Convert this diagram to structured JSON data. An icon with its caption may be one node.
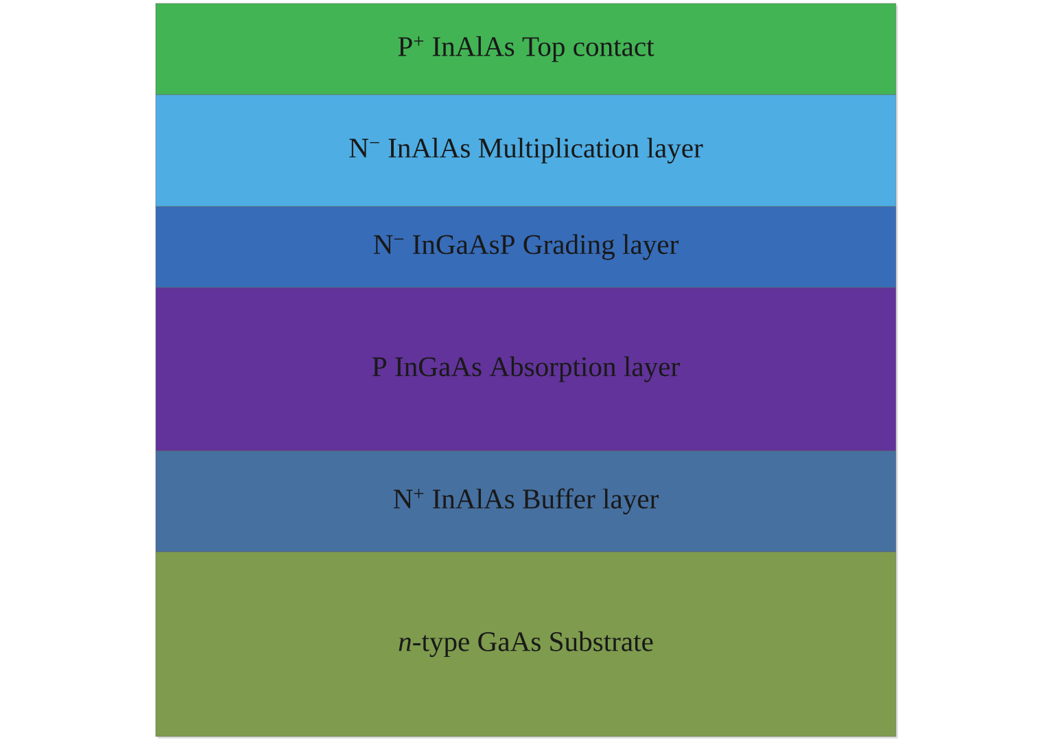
{
  "diagram": {
    "nodes": [
      {
        "text": [
          "P$^{+}$ InAlAs Top contact"
        ]
      },
      {
        "text": [
          "N$^{−}$ InAlAs Multiplication layer"
        ]
      },
      {
        "text": [
          "N$^{−}$ InGaAsP Grading layer"
        ]
      },
      {
        "text": [
          "P InGaAs Absorption layer"
        ]
      },
      {
        "text": [
          "N$^{+}$ InAlAs Buffer layer"
        ]
      },
      {
        "text": [
          "*n*-type GaAs Substrate"
        ]
      }
    ]
  }
}
